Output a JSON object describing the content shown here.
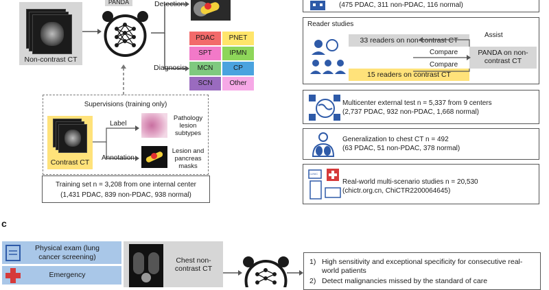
{
  "panda_label": "PANDA",
  "input_label": "Non-contrast CT",
  "detection_label": "Detection",
  "diagnosis_label": "Diagnosis",
  "diagnosis_classes": [
    {
      "label": "PDAC",
      "color": "#f26a6a"
    },
    {
      "label": "PNET",
      "color": "#ffe56a"
    },
    {
      "label": "SPT",
      "color": "#f279c8"
    },
    {
      "label": "IPMN",
      "color": "#8ed65a"
    },
    {
      "label": "MCN",
      "color": "#7fc97f"
    },
    {
      "label": "CP",
      "color": "#4aa3df"
    },
    {
      "label": "SCN",
      "color": "#9a6bbf"
    },
    {
      "label": "Other",
      "color": "#f6a8e6"
    }
  ],
  "supervision": {
    "title": "Supervisions (training only)",
    "contrast_label": "Contrast CT",
    "label_arrow": "Label",
    "annotation_arrow": "Annotation",
    "pathology": "Pathology lesion subtypes",
    "masks": "Lesion and pancreas masks"
  },
  "training_set": {
    "line1": "Training set n = 3,208 from one internal center",
    "line2": "(1,431 PDAC, 839 non-PDAC, 938 normal)"
  },
  "right_top": {
    "text": "(475 PDAC, 311 non-PDAC, 116 normal)"
  },
  "reader_studies": {
    "title": "Reader studies",
    "non_contrast": "33 readers on non-contrast CT",
    "contrast": "15 readers on contrast CT",
    "assist": "Assist",
    "compare1": "Compare",
    "compare2": "Compare",
    "panda_box": "PANDA on non-contrast CT"
  },
  "multicenter": {
    "line1": "Multicenter external test n = 5,337 from 9 centers",
    "line2": "(2,737 PDAC, 932 non-PDAC, 1,668 normal)"
  },
  "chest": {
    "line1": "Generalization to chest CT n = 492",
    "line2": "(63 PDAC, 51 non-PDAC, 378 normal)"
  },
  "realworld": {
    "line1": "Real-world multi-scenario studies n = 20,530",
    "line2": "(chictr.org.cn, ChiCTR2200064645)",
    "clinic_label": "CLINIC"
  },
  "panel_c": {
    "letter": "c",
    "physical_exam": "Physical exam (lung cancer screening)",
    "emergency": "Emergency",
    "chest_ct": "Chest non-contrast CT",
    "findings": [
      {
        "num": "1)",
        "text": "High sensitivity and exceptional specificity for consecutive real-world patients"
      },
      {
        "num": "2)",
        "text": "Detect malignancies missed by the standard of care"
      }
    ]
  },
  "icons": [
    "ct-scanner-icon",
    "neural-network-icon",
    "hospital-icon",
    "doctor-icon",
    "globe-icon",
    "buildings-icon",
    "lungs-icon",
    "cross-icon",
    "clinic-icon"
  ]
}
